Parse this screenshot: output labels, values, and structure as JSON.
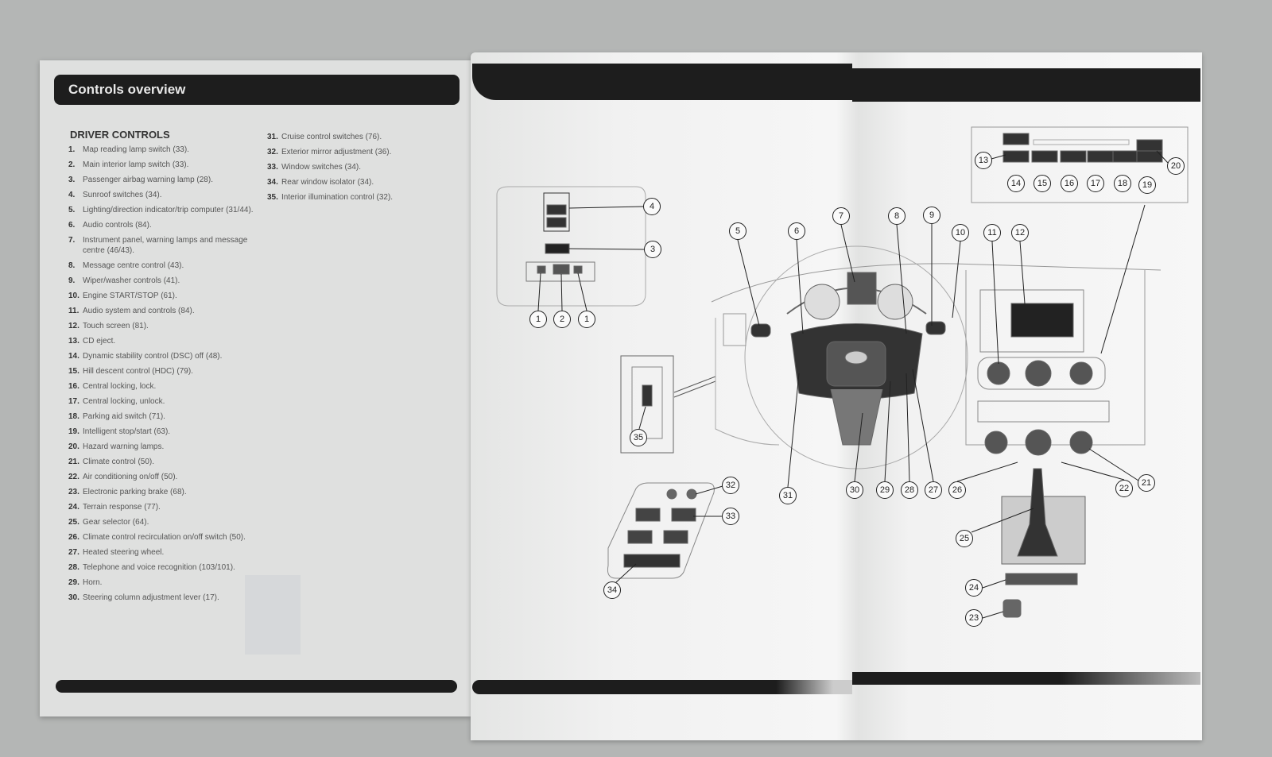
{
  "left_page": {
    "title": "Controls overview",
    "section_heading": "DRIVER CONTROLS",
    "items": [
      {
        "n": "1.",
        "text": "Map reading lamp switch (33)."
      },
      {
        "n": "2.",
        "text": "Main interior lamp switch (33)."
      },
      {
        "n": "3.",
        "text": "Passenger airbag warning lamp (28)."
      },
      {
        "n": "4.",
        "text": "Sunroof switches (34)."
      },
      {
        "n": "5.",
        "text": "Lighting/direction indicator/trip computer (31/44)."
      },
      {
        "n": "6.",
        "text": "Audio controls (84)."
      },
      {
        "n": "7.",
        "text": "Instrument panel, warning lamps and message centre (46/43)."
      },
      {
        "n": "8.",
        "text": "Message centre control (43)."
      },
      {
        "n": "9.",
        "text": "Wiper/washer controls (41)."
      },
      {
        "n": "10.",
        "text": "Engine START/STOP (61)."
      },
      {
        "n": "11.",
        "text": "Audio system and controls (84)."
      },
      {
        "n": "12.",
        "text": "Touch screen (81)."
      },
      {
        "n": "13.",
        "text": "CD eject."
      },
      {
        "n": "14.",
        "text": "Dynamic stability control (DSC) off (48)."
      },
      {
        "n": "15.",
        "text": "Hill descent control (HDC) (79)."
      },
      {
        "n": "16.",
        "text": "Central locking, lock."
      },
      {
        "n": "17.",
        "text": "Central locking, unlock."
      },
      {
        "n": "18.",
        "text": "Parking aid switch (71)."
      },
      {
        "n": "19.",
        "text": "Intelligent stop/start (63)."
      },
      {
        "n": "20.",
        "text": "Hazard warning lamps."
      },
      {
        "n": "21.",
        "text": "Climate control (50)."
      },
      {
        "n": "22.",
        "text": "Air conditioning on/off (50)."
      },
      {
        "n": "23.",
        "text": "Electronic parking brake (68)."
      },
      {
        "n": "24.",
        "text": "Terrain response (77)."
      },
      {
        "n": "25.",
        "text": "Gear selector (64)."
      },
      {
        "n": "26.",
        "text": "Climate control recirculation on/off switch (50)."
      },
      {
        "n": "27.",
        "text": "Heated steering wheel."
      },
      {
        "n": "28.",
        "text": "Telephone and voice recognition (103/101)."
      },
      {
        "n": "29.",
        "text": "Horn."
      },
      {
        "n": "30.",
        "text": "Steering column adjustment lever (17)."
      }
    ],
    "items2": [
      {
        "n": "31.",
        "text": "Cruise control switches (76)."
      },
      {
        "n": "32.",
        "text": "Exterior mirror adjustment (36)."
      },
      {
        "n": "33.",
        "text": "Window switches (34)."
      },
      {
        "n": "34.",
        "text": "Rear window isolator (34)."
      },
      {
        "n": "35.",
        "text": "Interior illumination control (32)."
      }
    ]
  },
  "callouts": [
    "1",
    "2",
    "3",
    "4",
    "5",
    "6",
    "7",
    "8",
    "9",
    "10",
    "11",
    "12",
    "13",
    "14",
    "15",
    "16",
    "17",
    "18",
    "19",
    "20",
    "21",
    "22",
    "23",
    "24",
    "25",
    "26",
    "27",
    "28",
    "29",
    "30",
    "31",
    "32",
    "33",
    "34",
    "35"
  ]
}
